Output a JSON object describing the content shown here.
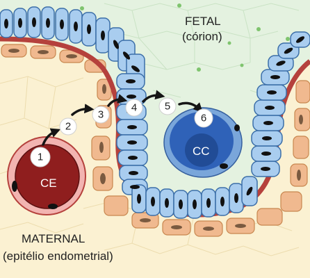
{
  "labels": {
    "fetal_line1": "FETAL",
    "fetal_line2": "(córion)",
    "maternal_line1": "MATERNAL",
    "maternal_line2": "(epitélio endometrial)",
    "ce": "CE",
    "cc": "CC"
  },
  "steps": [
    "1",
    "2",
    "3",
    "4",
    "5",
    "6"
  ],
  "colors": {
    "maternal_bg": "#fbf1d2",
    "fetal_bg": "#e4f2e0",
    "epithelium_cell": "#a9cdef",
    "cell_outline": "#3b6ea8",
    "stromal_cell": "#f0b98f",
    "basement_red": "#b5413c",
    "ce_vessel": "#8f1e1e",
    "cc_cell": "#2f62b8",
    "nucleus": "#111111",
    "arrow": "#151515"
  }
}
